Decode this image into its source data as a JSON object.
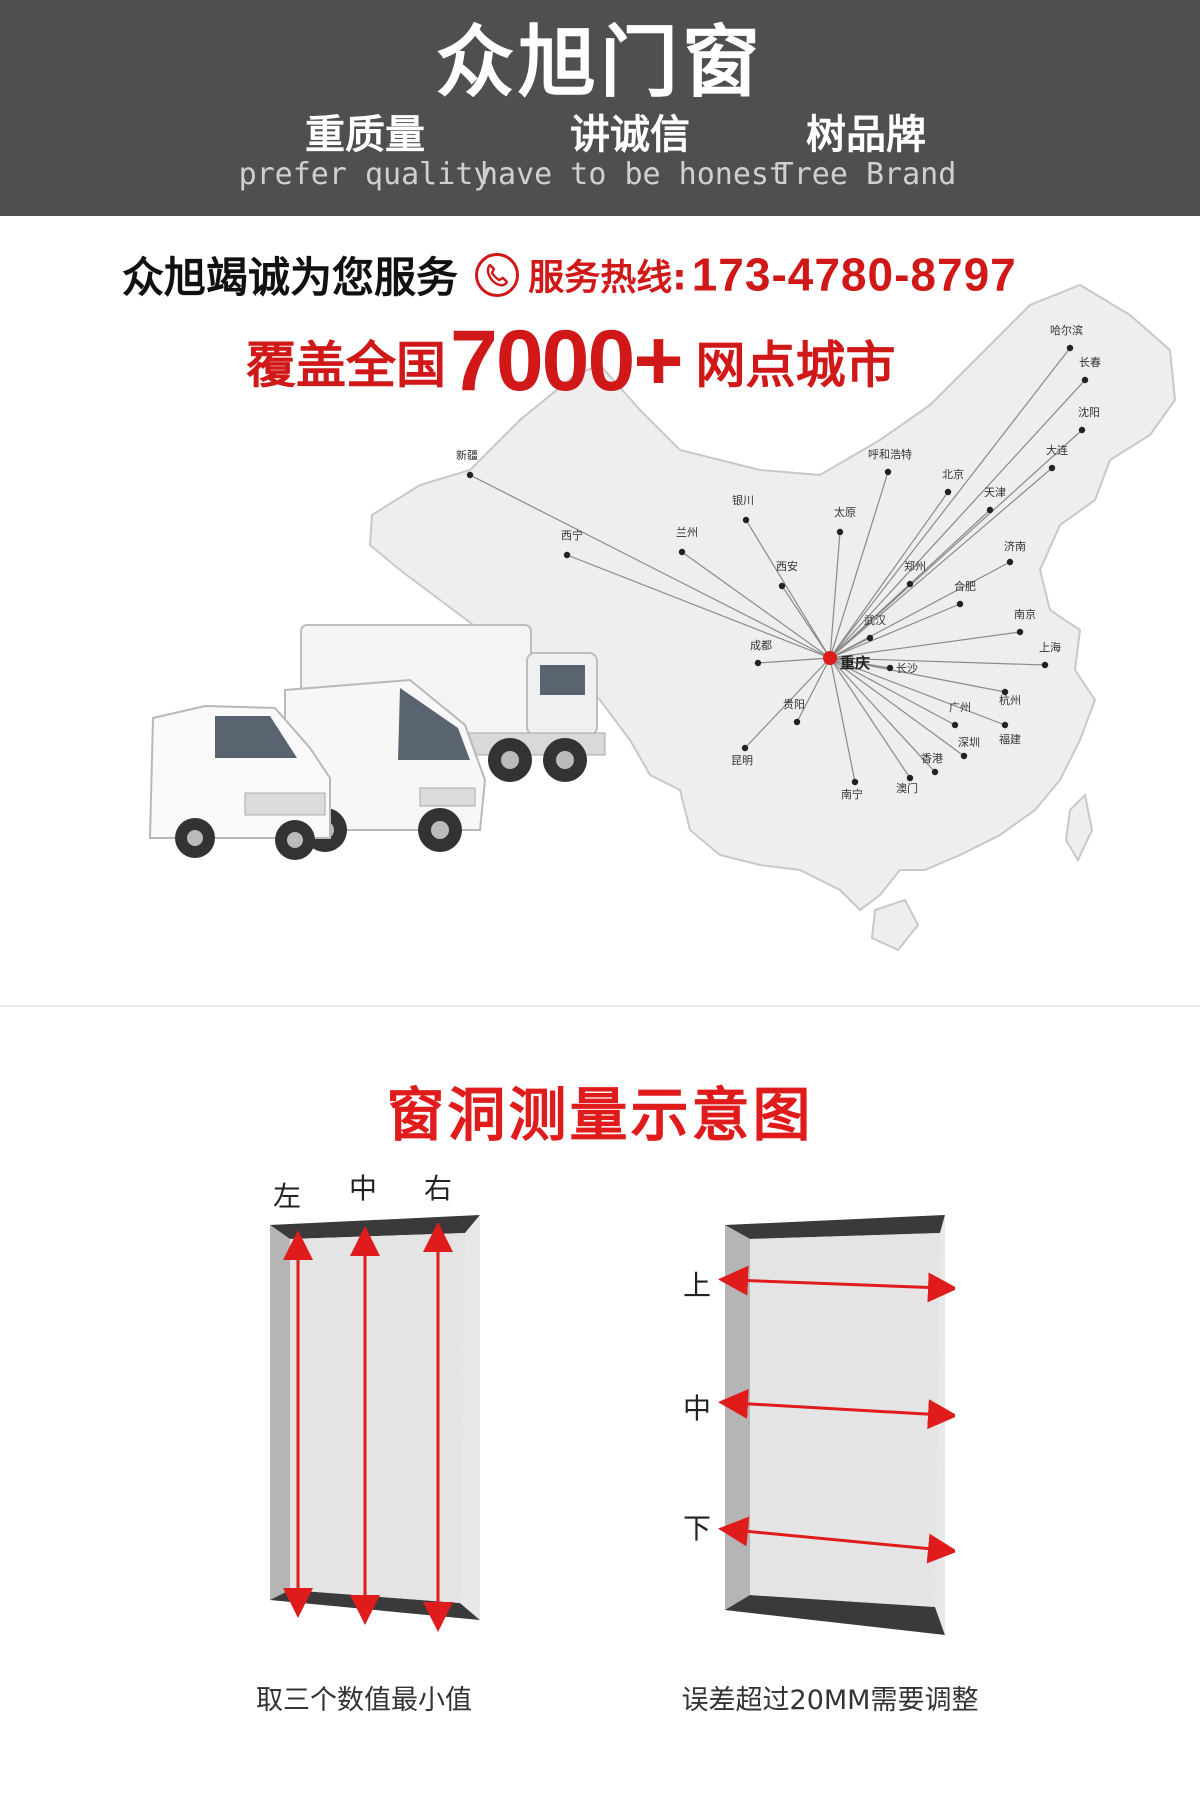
{
  "header": {
    "brand": "众旭门窗",
    "slogans": [
      {
        "cn": "重质量",
        "en": "prefer quality"
      },
      {
        "cn": "讲诚信",
        "en": "have to be honest"
      },
      {
        "cn": "树品牌",
        "en": "Tree Brand"
      }
    ],
    "background_color": "#4f4f4f"
  },
  "service": {
    "main_text": "众旭竭诚为您服务",
    "hotline_icon": "phone-icon",
    "hotline_label": "服务热线:",
    "hotline_number": "173-4780-8797",
    "accent_color": "#d01818"
  },
  "coverage": {
    "prefix": "覆盖全国",
    "number": "7000+",
    "suffix": "网点城市"
  },
  "map": {
    "hub": "重庆",
    "cities": [
      "哈尔滨",
      "长春",
      "沈阳",
      "大连",
      "呼和浩特",
      "北京",
      "天津",
      "济南",
      "新疆",
      "银川",
      "太原",
      "西宁",
      "兰州",
      "西安",
      "郑州",
      "合肥",
      "南京",
      "上海",
      "杭州",
      "武汉",
      "成都",
      "长沙",
      "福建",
      "广州",
      "深圳",
      "贵阳",
      "昆明",
      "南宁",
      "澳门",
      "香港"
    ]
  },
  "measurement": {
    "title": "窗洞测量示意图",
    "height_diagram": {
      "labels": [
        "左",
        "中",
        "右"
      ],
      "caption": "取三个数值最小值"
    },
    "width_diagram": {
      "labels": [
        "上",
        "中",
        "下"
      ],
      "caption": "误差超过20MM需要调整"
    },
    "arrow_color": "#e01b1b"
  }
}
